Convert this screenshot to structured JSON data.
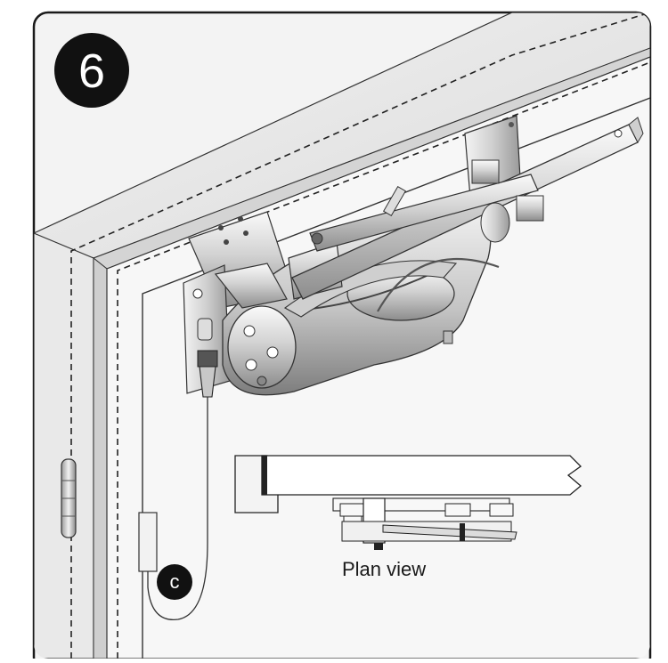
{
  "step": {
    "number": "6"
  },
  "callout": {
    "letter": "c"
  },
  "plan_view": {
    "label": "Plan view"
  },
  "colors": {
    "badge": "#111111",
    "frame_border": "#1a1a1a",
    "background": "#f3f3f3",
    "metal_light": "#e6e6e6",
    "metal_dark": "#8c8c8c"
  }
}
